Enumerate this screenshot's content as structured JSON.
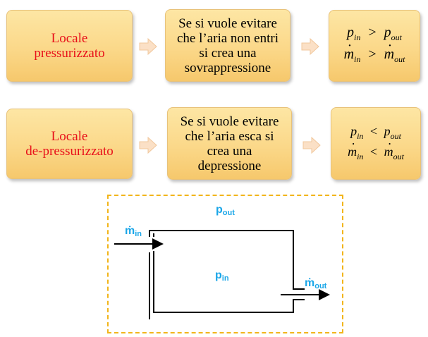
{
  "row1": {
    "left_lines": [
      "Locale",
      "pressurizzato"
    ],
    "middle_lines": [
      "Se si vuole evitare",
      "che l’aria non entri",
      "si crea una",
      "sovrappressione"
    ],
    "formula": [
      {
        "lhs": "p",
        "lhs_sub": "in",
        "op": ">",
        "rhs": "p",
        "rhs_sub": "out",
        "dot": false
      },
      {
        "lhs": "m",
        "lhs_sub": "in",
        "op": ">",
        "rhs": "m",
        "rhs_sub": "out",
        "dot": true
      }
    ]
  },
  "row2": {
    "left_lines": [
      "Locale",
      "de-pressurizzato"
    ],
    "middle_lines": [
      "Se si vuole evitare",
      "che l’aria esca si",
      "crea una",
      "depressione"
    ],
    "formula": [
      {
        "lhs": "p",
        "lhs_sub": "in",
        "op": "<",
        "rhs": "p",
        "rhs_sub": "out",
        "dot": false
      },
      {
        "lhs": "m",
        "lhs_sub": "in",
        "op": "<",
        "rhs": "m",
        "rhs_sub": "out",
        "dot": true
      }
    ]
  },
  "diagram": {
    "p_out": {
      "base": "p",
      "sub": "out"
    },
    "p_in": {
      "base": "p",
      "sub": "in"
    },
    "m_in": {
      "base": "ṁ",
      "sub": "in"
    },
    "m_out": {
      "base": "ṁ",
      "sub": "out"
    }
  },
  "colors": {
    "box_fill": "#fbd889",
    "box_border": "#e8c27a",
    "red_text": "#e8101a",
    "arrow_fill": "#fbe0c6",
    "label_blue": "#1aa6e8",
    "frame_dash": "#f2b51b"
  }
}
